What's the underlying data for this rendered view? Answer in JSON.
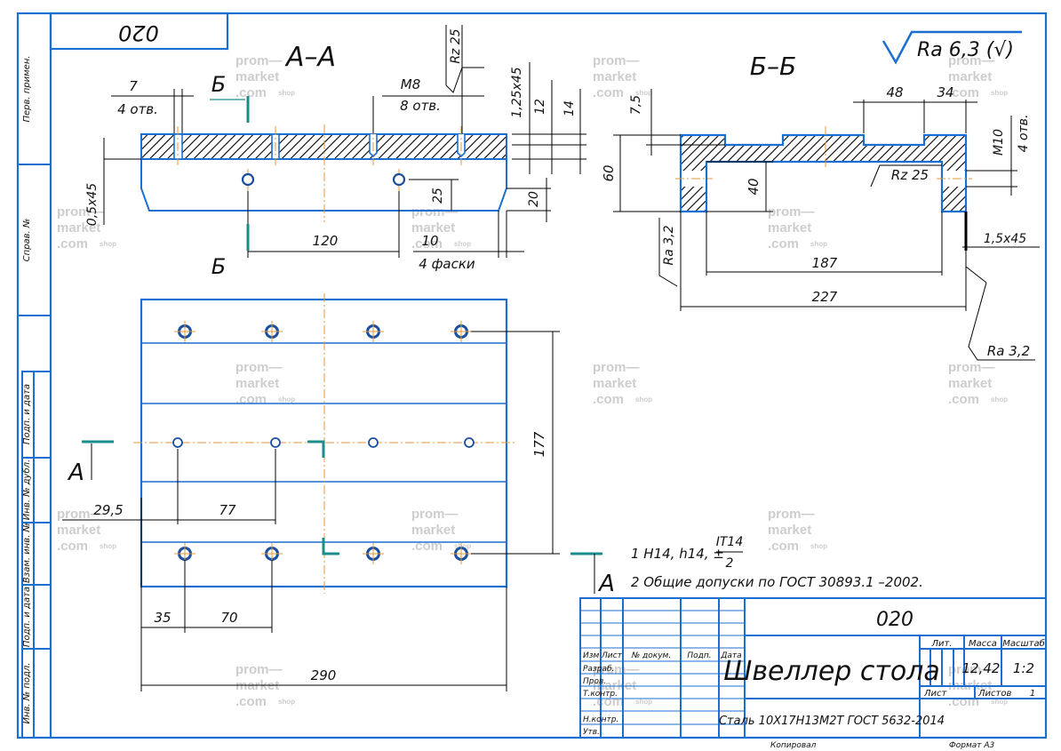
{
  "drawing_code": "020",
  "section_aa": "А–А",
  "section_bb": "Б–Б",
  "cut_letter_a": "А",
  "cut_letter_b": "Б",
  "roughness_general": "Ra 6,3 (√)",
  "left_strip": [
    "Перв. примен.",
    "Справ. №",
    "Подп. и дата",
    "Инв. № дубл.",
    "Взам. инв. №",
    "Подп. и дата",
    "Инв. № подл."
  ],
  "dims_aa": {
    "holes_top": "7",
    "holes_top_count": "4 отв.",
    "thread": "M8",
    "thread_count": "8 отв.",
    "rz": "Rz 25",
    "chamfer_top": "1,25х45",
    "d12": "12",
    "d14": "14",
    "chamfer_side": "0,5х45",
    "d25": "25",
    "d20": "20",
    "d120": "120",
    "d10": "10",
    "chamfers": "4 фаски"
  },
  "dims_bb": {
    "d7_5": "7,5",
    "d48": "48",
    "d34": "34",
    "d60": "60",
    "d40": "40",
    "m10": "M10",
    "m10_count": "4 отв.",
    "rz": "Rz 25",
    "ra_left": "Ra 3,2",
    "chamfer": "1,5х45",
    "d187": "187",
    "d227": "227",
    "ra_right": "Ra 3,2"
  },
  "dims_plan": {
    "d177": "177",
    "d29_5": "29,5",
    "d77": "77",
    "d35": "35",
    "d70": "70",
    "d290": "290"
  },
  "notes": {
    "note1_prefix": "1 H14, h14, ±",
    "note1_num": "IT14",
    "note1_den": "2",
    "note2": "2 Общие допуски по ГОСТ 30893.1 –2002."
  },
  "title_block": {
    "code": "020",
    "name": "Швеллер стола",
    "material": "Сталь 10Х17Н13М2Т ГОСТ 5632-2014",
    "col_izm": "Изм",
    "col_list": "Лист",
    "col_doc": "№ докум.",
    "col_sign": "Подп.",
    "col_date": "Дата",
    "row_razrab": "Разраб.",
    "row_prov": "Пров.",
    "row_tkontr": "Т.контр.",
    "row_nkontr": "Н.контр.",
    "row_utv": "Утв.",
    "lit_label": "Лит.",
    "mass_label": "Масса",
    "scale_label": "Масштаб",
    "mass": "12,42",
    "scale": "1:2",
    "sheet_label": "Лист",
    "sheets_label": "Листов",
    "sheets": "1",
    "copied": "Копировал",
    "format": "Формат А3"
  },
  "watermark": {
    "line1": "prom—",
    "line2": "market",
    "line3": ".com",
    "shop": "shop"
  },
  "colors": {
    "frame": "#1a6fd1",
    "hatch": "#000000",
    "cut_marker": "#1a8c8c",
    "centerline": "#e09a3a",
    "hole": "#1a4fa0"
  }
}
